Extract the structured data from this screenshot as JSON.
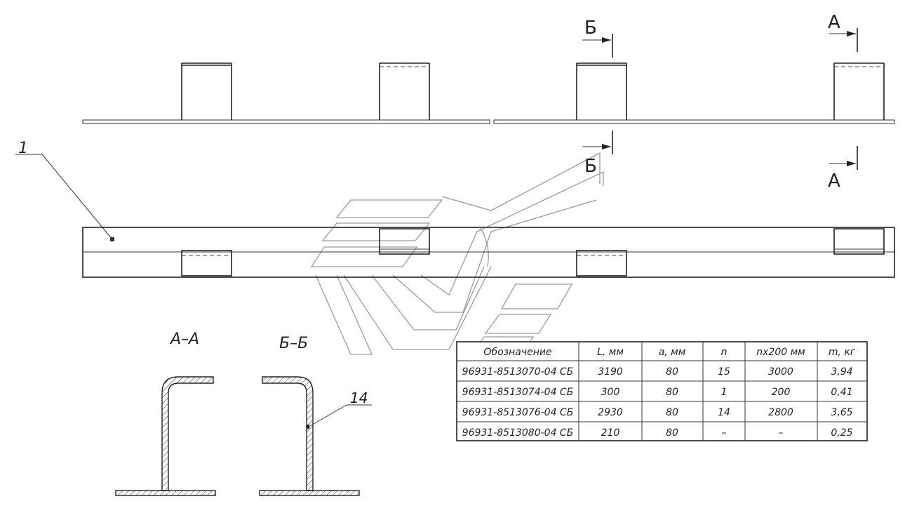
{
  "labels": {
    "part_callout": "1",
    "weld_callout": "14",
    "cut_a_top": "А",
    "cut_a_bottom": "А",
    "cut_b_top": "Б",
    "cut_b_bottom": "Б",
    "section_aa": "А–А",
    "section_bb": "Б–Б"
  },
  "table": {
    "headers": [
      "Обозначение",
      "L, мм",
      "а, мм",
      "n",
      "nx200 мм",
      "m, кг"
    ],
    "rows": [
      [
        "96931-8513070-04 СБ",
        "3190",
        "80",
        "15",
        "3000",
        "3,94"
      ],
      [
        "96931-8513074-04 СБ",
        "300",
        "80",
        "1",
        "200",
        "0,41"
      ],
      [
        "96931-8513076-04 СБ",
        "2930",
        "80",
        "14",
        "2800",
        "3,65"
      ],
      [
        "96931-8513080-04 СБ",
        "210",
        "80",
        "–",
        "–",
        "0,25"
      ]
    ]
  }
}
